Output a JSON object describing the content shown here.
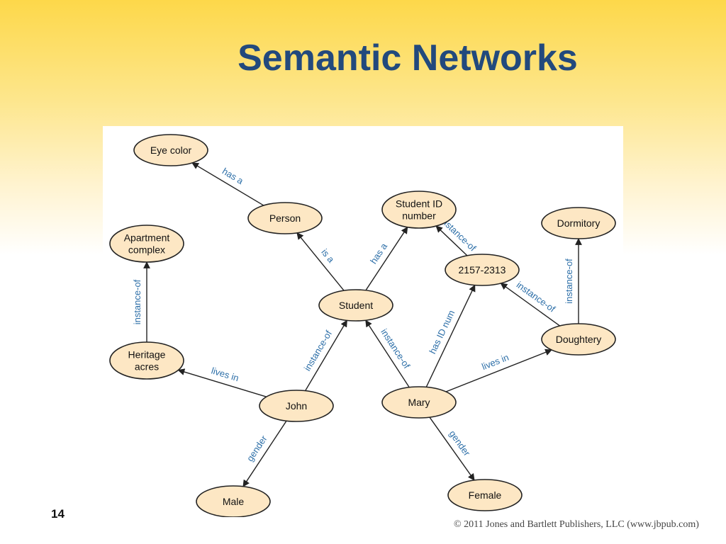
{
  "slide": {
    "title": "Semantic Networks",
    "page_number": "14",
    "copyright": "© 2011 Jones and Bartlett Publishers, LLC (www.jbpub.com)"
  },
  "colors": {
    "title": "#22497d",
    "node_fill": "#fde7c4",
    "node_stroke": "#222222",
    "edge_label": "#2d6fa8"
  },
  "nodes": [
    {
      "id": "eye",
      "lines": [
        "Eye color"
      ]
    },
    {
      "id": "person",
      "lines": [
        "Person"
      ]
    },
    {
      "id": "sid",
      "lines": [
        "Student ID",
        "number"
      ]
    },
    {
      "id": "dorm",
      "lines": [
        "Dormitory"
      ]
    },
    {
      "id": "apt",
      "lines": [
        "Apartment",
        "complex"
      ]
    },
    {
      "id": "num",
      "lines": [
        "2157-2313"
      ]
    },
    {
      "id": "student",
      "lines": [
        "Student"
      ]
    },
    {
      "id": "doughtery",
      "lines": [
        "Doughtery"
      ]
    },
    {
      "id": "heritage",
      "lines": [
        "Heritage",
        "acres"
      ]
    },
    {
      "id": "john",
      "lines": [
        "John"
      ]
    },
    {
      "id": "mary",
      "lines": [
        "Mary"
      ]
    },
    {
      "id": "male",
      "lines": [
        "Male"
      ]
    },
    {
      "id": "female",
      "lines": [
        "Female"
      ]
    }
  ],
  "edges": [
    {
      "from": "person",
      "to": "eye",
      "label": "has a"
    },
    {
      "from": "student",
      "to": "person",
      "label": "is a"
    },
    {
      "from": "student",
      "to": "sid",
      "label": "has a"
    },
    {
      "from": "num",
      "to": "sid",
      "label": "instance-of"
    },
    {
      "from": "heritage",
      "to": "apt",
      "label": "instance-of"
    },
    {
      "from": "doughtery",
      "to": "dorm",
      "label": "instance-of"
    },
    {
      "from": "doughtery",
      "to": "num",
      "label": "instance-of"
    },
    {
      "from": "john",
      "to": "student",
      "label": "instance-of"
    },
    {
      "from": "mary",
      "to": "student",
      "label": "instance-of"
    },
    {
      "from": "mary",
      "to": "num",
      "label": "has ID num"
    },
    {
      "from": "john",
      "to": "heritage",
      "label": "lives in"
    },
    {
      "from": "mary",
      "to": "doughtery",
      "label": "lives in"
    },
    {
      "from": "john",
      "to": "male",
      "label": "gender"
    },
    {
      "from": "mary",
      "to": "female",
      "label": "gender"
    }
  ]
}
